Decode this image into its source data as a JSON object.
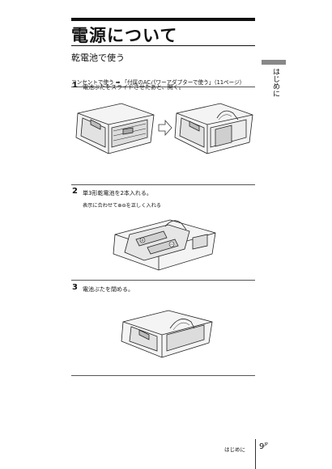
{
  "header": {
    "title": "電源について",
    "subtitle": "乾電池で使う"
  },
  "reference": {
    "prefix": "コンセントで使う",
    "arrow": "➡",
    "link": "「付属のACパワーアダプターで使う」（11ページ）"
  },
  "steps": [
    {
      "number": "1",
      "text": "電池ぶたをスライドさせたあと、開く。"
    },
    {
      "number": "2",
      "text": "単3形乾電池を2本入れる。",
      "note": "表示に合わせて⊕⊖を正しく入れる"
    },
    {
      "number": "3",
      "text": "電池ぶたを閉める。"
    }
  ],
  "sidebar": {
    "tab_label": "はじめに"
  },
  "footer": {
    "section_label": "はじめに",
    "page_number": "9",
    "page_suffix": "JP"
  },
  "icons": {
    "step1_arrow": "hollow-right-arrow-icon",
    "battery_plus": "plus-icon",
    "battery_minus": "minus-icon"
  }
}
